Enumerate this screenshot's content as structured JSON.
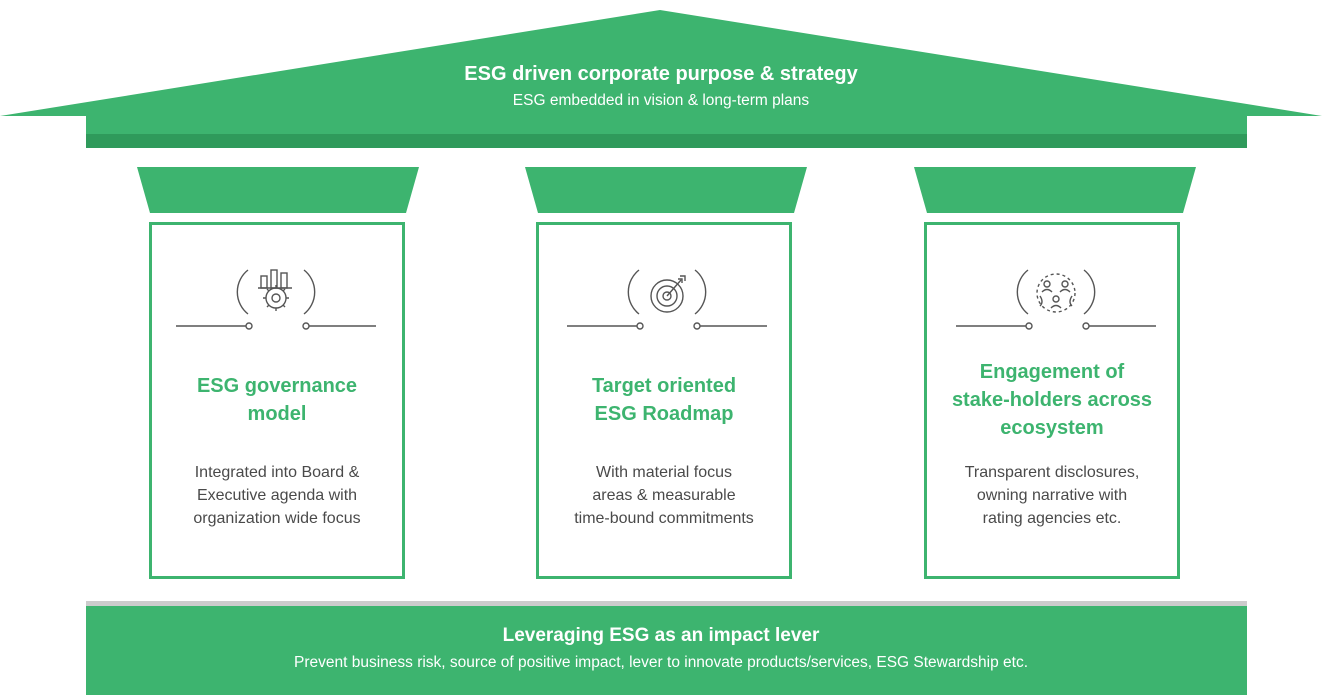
{
  "roof": {
    "title": "ESG driven corporate purpose & strategy",
    "subtitle": "ESG embedded in vision & long-term plans"
  },
  "pillars": [
    {
      "icon": "governance-chart-gear-icon",
      "title": [
        "ESG governance",
        "model"
      ],
      "description": [
        "Integrated into Board &",
        "Executive agenda with",
        "organization wide focus"
      ]
    },
    {
      "icon": "target-arrow-icon",
      "title": [
        "Target oriented",
        "ESG Roadmap"
      ],
      "description": [
        "With material focus",
        "areas & measurable",
        "time-bound commitments"
      ]
    },
    {
      "icon": "stakeholders-network-icon",
      "title": [
        "Engagement of",
        "stake-holders across",
        "ecosystem"
      ],
      "description": [
        "Transparent disclosures,",
        "owning narrative with",
        "rating agencies etc."
      ]
    }
  ],
  "base": {
    "title": "Leveraging ESG as an impact lever",
    "subtitle": "Prevent business risk, source of positive impact, lever to innovate products/services, ESG Stewardship etc."
  },
  "colors": {
    "primary_green": "#3db46f",
    "dark_green": "#2f9a5b",
    "grey_band": "#cccccc",
    "text_grey": "#4a4a4a"
  }
}
